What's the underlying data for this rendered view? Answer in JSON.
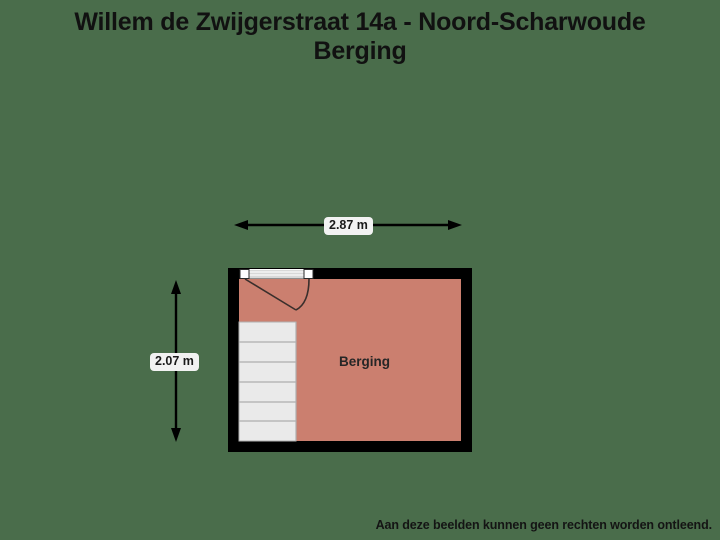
{
  "title": {
    "line1": "Willem de Zwijgerstraat 14a - Noord-Scharwoude",
    "line2": "Berging"
  },
  "disclaimer": "Aan deze beelden kunnen geen rechten worden ontleend.",
  "colors": {
    "background": "#4a6d4b",
    "wall": "#000000",
    "room_fill": "#cb7f6f",
    "stairs_fill": "#eaeaea",
    "stairs_stroke": "#b4b4b4",
    "label_background": "#f2f2f2",
    "text": "#1a1a1a",
    "door_frame": "#ffffff",
    "door_sill": "#c8c8c8"
  },
  "dimensions": {
    "width": {
      "label": "2.87 m",
      "orientation": "horizontal"
    },
    "height": {
      "label": "2.07 m",
      "orientation": "vertical"
    }
  },
  "rooms": [
    {
      "name": "Berging",
      "label": "Berging",
      "fill": "#cb7f6f"
    }
  ],
  "features": [
    {
      "type": "door",
      "name": "entry-door",
      "swing": "left-hinge-inward"
    },
    {
      "type": "stairs",
      "name": "staircase",
      "steps": 6
    }
  ]
}
